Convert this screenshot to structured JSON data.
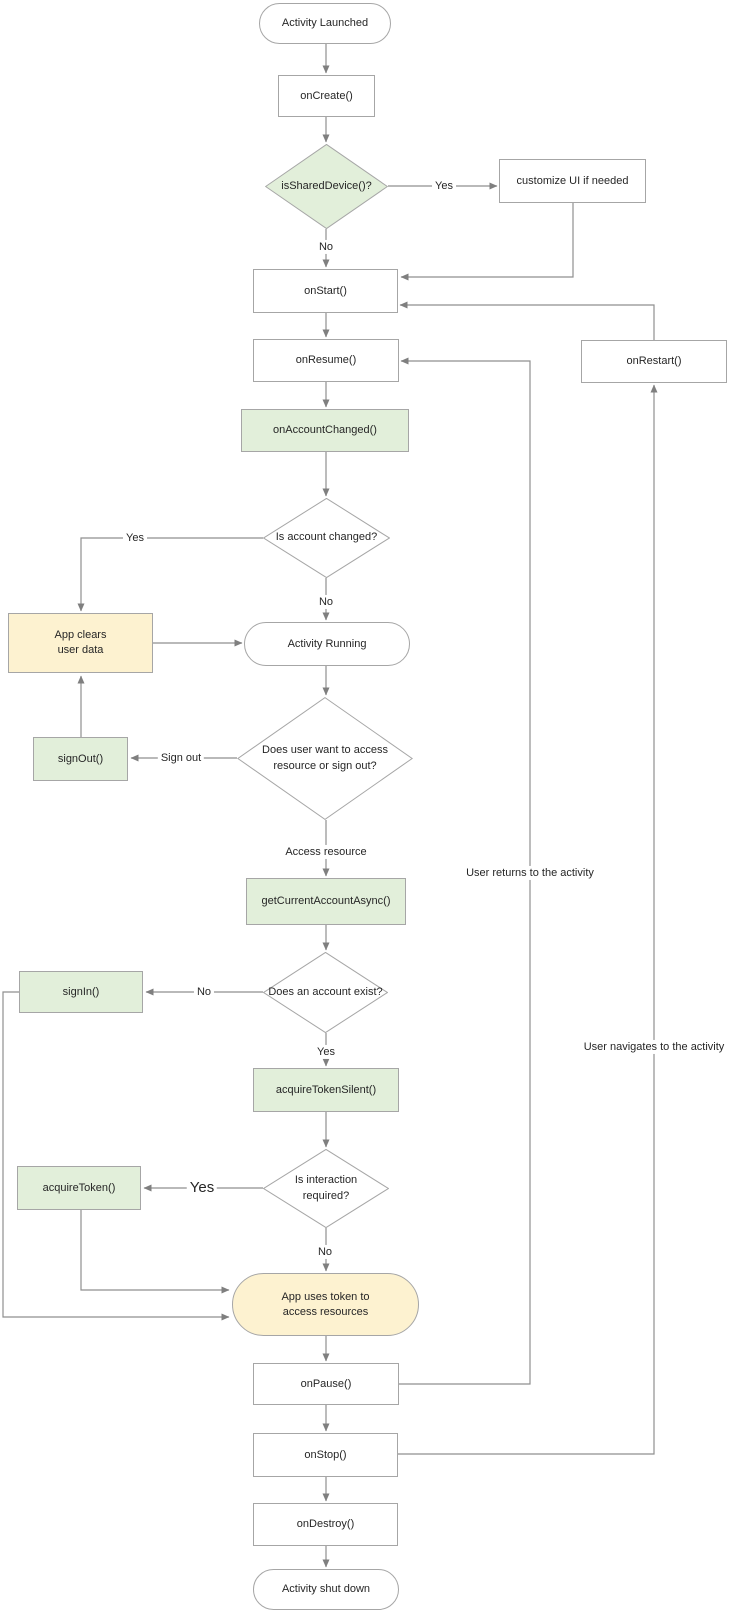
{
  "diagram": {
    "title_hint": "Android activity lifecycle with shared-device sign-in flowchart",
    "colors": {
      "green_fill": "#E2EFDA",
      "yellow_fill": "#FDF2D0",
      "shape_border": "#A6A6A6",
      "line": "#8F8F8F",
      "text": "#262626"
    },
    "nodes": {
      "activity_launched": "Activity Launched",
      "on_create": "onCreate()",
      "is_shared_device": "isSharedDevice()?",
      "customize_ui": "customize UI if needed",
      "on_start": "onStart()",
      "on_resume": "onResume()",
      "on_restart": "onRestart()",
      "on_account_changed": "onAccountChanged()",
      "is_account_changed": "Is account changed?",
      "app_clears_user_data": "App clears user data",
      "activity_running": "Activity Running",
      "sign_out_fn": "signOut()",
      "does_user_want": "Does user want to access resource or sign out?",
      "get_current_account_async": "getCurrentAccountAsync()",
      "does_account_exist": "Does an account exist?",
      "sign_in_fn": "signIn()",
      "acquire_token_silent": "acquireTokenSilent()",
      "is_interaction_required": "Is interaction required?",
      "acquire_token": "acquireToken()",
      "app_uses_token": "App uses token to access resources",
      "on_pause": "onPause()",
      "on_stop": "onStop()",
      "on_destroy": "onDestroy()",
      "activity_shut_down": "Activity shut down"
    },
    "edge_labels": {
      "shared_yes": "Yes",
      "shared_no": "No",
      "account_changed_yes": "Yes",
      "account_changed_no": "No",
      "sign_out": "Sign out",
      "access_resource": "Access resource",
      "account_exist_no": "No",
      "account_exist_yes": "Yes",
      "interaction_yes": "Yes",
      "interaction_no": "No",
      "user_returns": "User returns to the activity",
      "user_navigates": "User navigates to the activity"
    }
  }
}
